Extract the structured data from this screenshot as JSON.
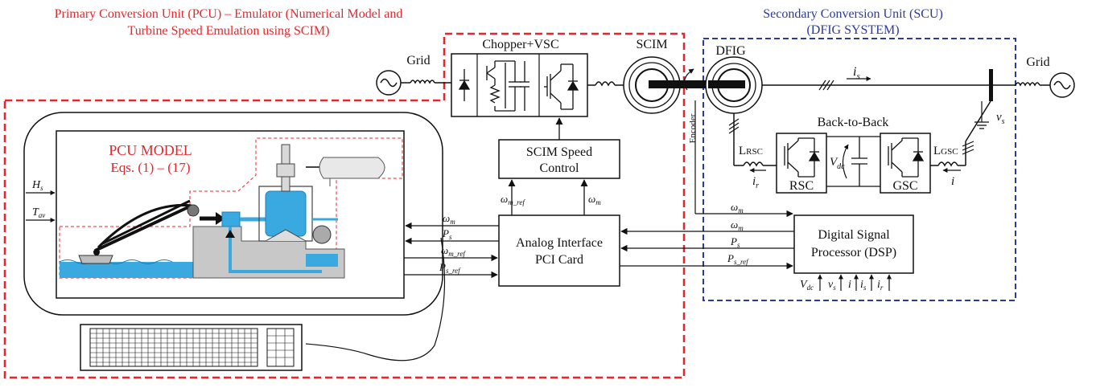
{
  "pcu": {
    "title_line1": "Primary Conversion Unit (PCU) – Emulator (Numerical Model and",
    "title_line2": "Turbine Speed Emulation using SCIM)",
    "border_color": "#e8252a"
  },
  "scu": {
    "title_line1": "Secondary Conversion Unit (SCU)",
    "title_line2": "(DFIG SYSTEM)",
    "border_color": "#2c3a9c"
  },
  "labels": {
    "grid_left": "Grid",
    "grid_right": "Grid",
    "chopper_vsc": "Chopper+VSC",
    "scim": "SCIM",
    "dfig": "DFIG",
    "encoder": "Encoder",
    "back_to_back": "Back-to-Back",
    "rsc": "RSC",
    "gsc": "GSC",
    "vdc": "V",
    "vdc_sub": "dc",
    "l_rsc": "L",
    "l_rsc_sub": "RSC",
    "l_gsc": "L",
    "l_gsc_sub": "GSC",
    "ir": "i",
    "ir_sub": "r",
    "i": "i",
    "is": "i",
    "is_sub": "s",
    "vs": "v",
    "vs_sub": "s",
    "scim_speed_line1": "SCIM Speed",
    "scim_speed_line2": "Control",
    "analog_line1": "Analog Interface",
    "analog_line2": "PCI Card",
    "dsp_line1": "Digital  Signal",
    "dsp_line2": "Processor (DSP)",
    "pcu_model_line1": "PCU MODEL",
    "pcu_model_line2": "Eqs. (1) – (17)",
    "hs": "H",
    "hs_sub": "s",
    "tav": "T",
    "tav_sub": "av"
  },
  "signals": {
    "omega_sym": "ω",
    "m": "m",
    "m_ref": "m_ref",
    "p_sym": "P",
    "s": "s",
    "s_ref": "s_ref"
  },
  "dsp_inputs": [
    {
      "sym": "V",
      "sub": "dc"
    },
    {
      "sym": "v",
      "sub": "s"
    },
    {
      "sym": "i",
      "sub": ""
    },
    {
      "sym": "i",
      "sub": "s"
    },
    {
      "sym": "i",
      "sub": "r"
    }
  ]
}
